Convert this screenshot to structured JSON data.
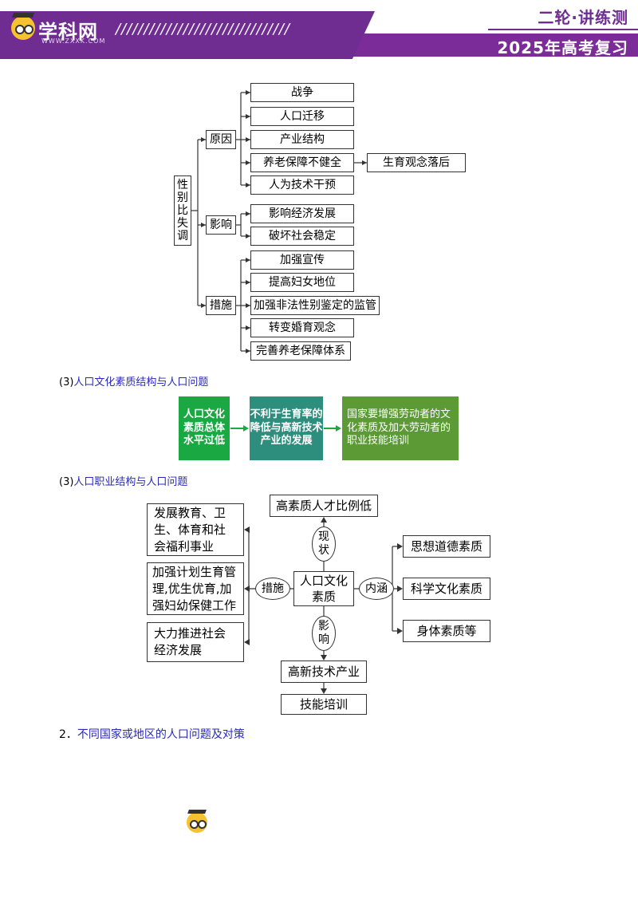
{
  "header": {
    "logo_text": "学科网",
    "logo_url": "WWW.ZXXK.COM",
    "slashes": "///////////////////////////////",
    "right_top": "二轮·讲练测",
    "right_bottom": "2025年高考复习"
  },
  "diagram1": {
    "root": "性别比失调",
    "branches": [
      {
        "label": "原因",
        "items": [
          "战争",
          "人口迁移",
          "产业结构",
          "养老保障不健全",
          "人为技术干预"
        ],
        "extra": "生育观念落后"
      },
      {
        "label": "影响",
        "items": [
          "影响经济发展",
          "破坏社会稳定"
        ]
      },
      {
        "label": "措施",
        "items": [
          "加强宣传",
          "提高妇女地位",
          "加强非法性别鉴定的监管",
          "转变婚育观念",
          "完善养老保障体系"
        ]
      }
    ]
  },
  "section2": {
    "num": "(3)",
    "title": "人口文化素质结构与人口问题"
  },
  "diagram2": {
    "box1": "人口文化素质总体水平过低",
    "box2": "不利于生育率的降低与高新技术产业的发展",
    "box3": "国家要增强劳动者的文化素质及加大劳动者的职业技能培训",
    "colors": {
      "green": "#1aa842",
      "teal": "#2e8e7e",
      "olive": "#5b9a35"
    }
  },
  "section3": {
    "num": "(3)",
    "title": "人口职业结构与人口问题"
  },
  "diagram3": {
    "center": "人口文化素质",
    "top_label": "现状",
    "top_box": "高素质人才比例低",
    "left_label": "措施",
    "left_boxes": [
      "发展教育、卫生、体育和社会福利事业",
      "加强计划生育管理,优生优育,加强妇幼保健工作",
      "大力推进社会经济发展"
    ],
    "right_label": "内涵",
    "right_boxes": [
      "思想道德素质",
      "科学文化素质",
      "身体素质等"
    ],
    "bottom_label": "影响",
    "bottom_boxes": [
      "高新技术产业",
      "技能培训"
    ]
  },
  "section4": {
    "num": "2．",
    "title": "不同国家或地区的人口问题及对策"
  }
}
